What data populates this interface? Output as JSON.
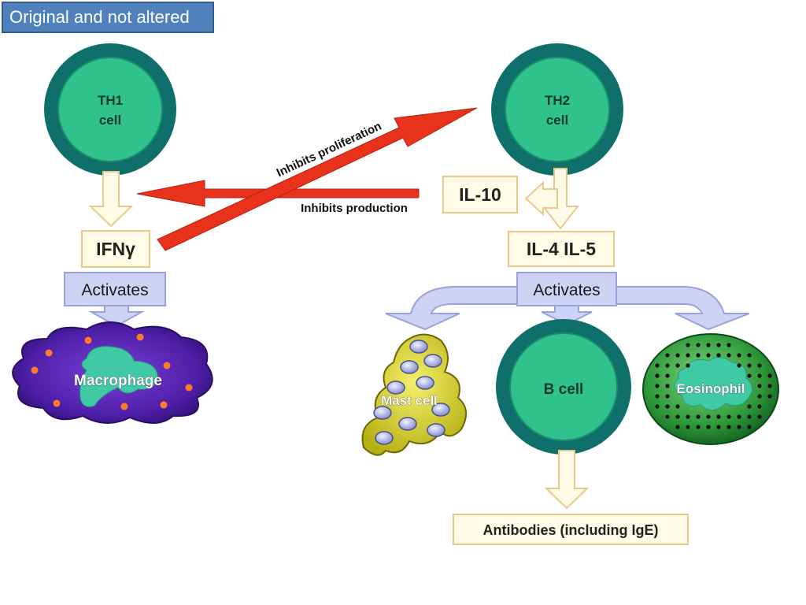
{
  "tag": {
    "text": "Original and not altered"
  },
  "cells": {
    "th1": {
      "line1": "TH1",
      "line2": "cell"
    },
    "th2": {
      "line1": "TH2",
      "line2": "cell"
    },
    "b_cell": {
      "label": "B cell"
    },
    "macrophage": {
      "label": "Macrophage"
    },
    "mast_cell": {
      "label": "Mast cell"
    },
    "eosinophil": {
      "label": "Eosinophil"
    }
  },
  "boxes": {
    "ifng": "IFNγ",
    "il10": "IL-10",
    "il4_il5": "IL-4 IL-5",
    "activates_left": "Activates",
    "activates_right": "Activates",
    "antibodies": "Antibodies (including IgE)"
  },
  "arrows": {
    "inhibits_proliferation": "Inhibits proliferation",
    "inhibits_production": "Inhibits production"
  },
  "colors": {
    "cell_outer": "#0f6f6a",
    "cell_inner": "#2fc28c",
    "red_arrow": "#e8321c",
    "box_fill": "#fffbe6",
    "box_border": "#e8c98a",
    "activates_fill": "#cdd3f5",
    "activates_border": "#9aa3d9"
  }
}
